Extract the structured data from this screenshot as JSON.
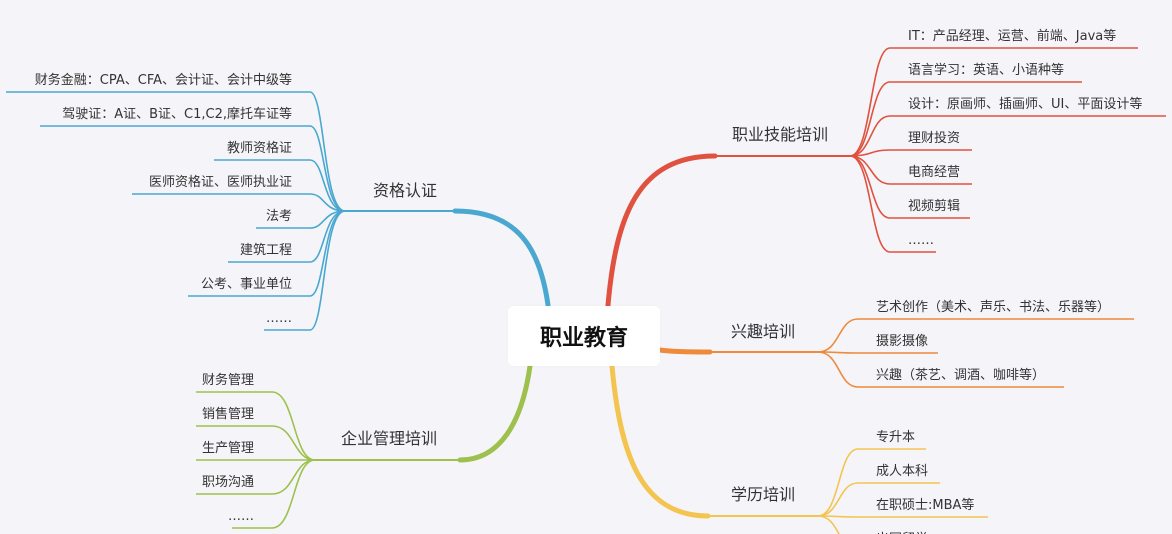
{
  "root": "职业教育",
  "colors": {
    "background": "#f5f5f9",
    "red": "#e0513f",
    "orange": "#ee8a3a",
    "yellow": "#f3c450",
    "blue": "#4aa8d0",
    "green": "#9dc14c"
  },
  "branches": [
    {
      "id": "skills",
      "label": "职业技能培训",
      "color": "#e0513f",
      "children": [
        "IT：产品经理、运营、前端、Java等",
        "语言学习：英语、小语种等",
        "设计：原画师、插画师、UI、平面设计等",
        "理财投资",
        "电商经营",
        "视频剪辑",
        "……"
      ]
    },
    {
      "id": "interest",
      "label": "兴趣培训",
      "color": "#ee8a3a",
      "children": [
        "艺术创作（美术、声乐、书法、乐器等）",
        "摄影摄像",
        "兴趣（茶艺、调酒、咖啡等）"
      ]
    },
    {
      "id": "degree",
      "label": "学历培训",
      "color": "#f3c450",
      "children": [
        "专升本",
        "成人本科",
        "在职硕士:MBA等",
        "出国留学"
      ]
    },
    {
      "id": "cert",
      "label": "资格认证",
      "color": "#4aa8d0",
      "children": [
        "财务金融：CPA、CFA、会计证、会计中级等",
        "驾驶证：A证、B证、C1,C2,摩托车证等",
        "教师资格证",
        "医师资格证、医师执业证",
        "法考",
        "建筑工程",
        "公考、事业单位",
        "……"
      ]
    },
    {
      "id": "management",
      "label": "企业管理培训",
      "color": "#9dc14c",
      "children": [
        "财务管理",
        "销售管理",
        "生产管理",
        "职场沟通",
        "……"
      ]
    }
  ]
}
